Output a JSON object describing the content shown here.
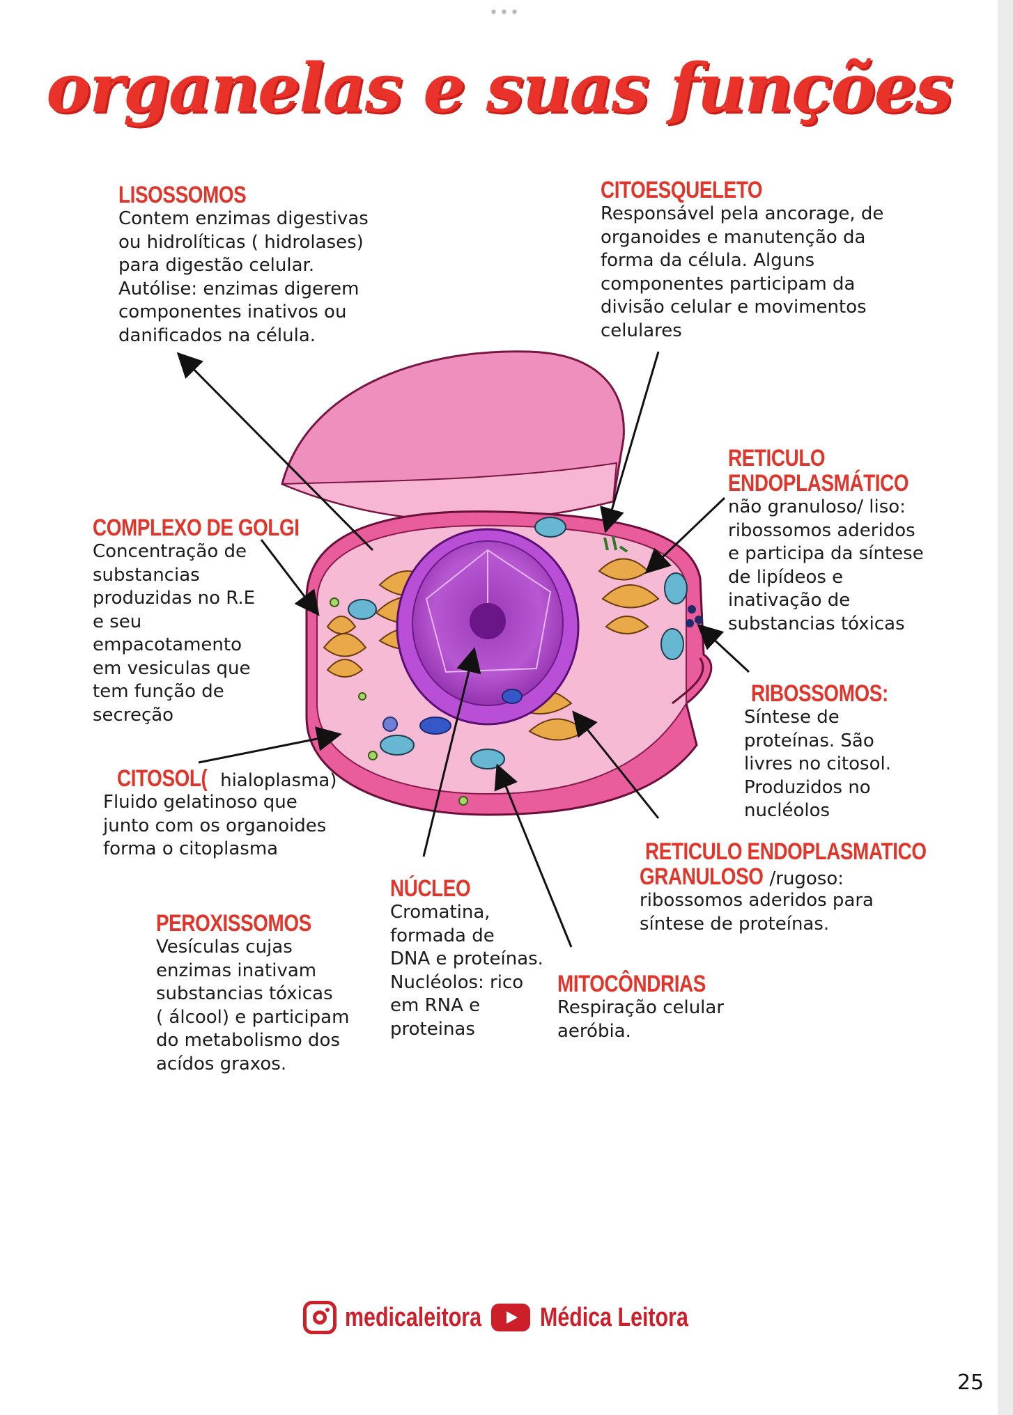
{
  "title": "organelas e suas funções",
  "labels": {
    "lisossomos": {
      "heading": "LISOSSOMOS",
      "body": "Contem enzimas digestivas\nou hidrolíticas ( hidrolases)\npara digestão celular.\nAutólise: enzimas digerem\ncomponentes inativos ou\ndanificados na célula."
    },
    "citoesqueleto": {
      "heading": "CITOESQUELETO",
      "body": "Responsável pela ancorage, de\norganoides e manutenção da\nforma da célula. Alguns\ncomponentes participam da\ndivisão celular e movimentos\ncelulares"
    },
    "reticulo_liso": {
      "heading": "RETICULO\nENDOPLASMÁTICO",
      "body": "não granuloso/ liso:\nribossomos aderidos\ne participa da síntese\nde lipídeos e\ninativação de\nsubstancias tóxicas"
    },
    "complexo_golgi": {
      "heading": "COMPLEXO DE GOLGI",
      "body": "Concentração de\nsubstancias\nproduzidas no R.E\ne seu\nempacotamento\nem vesiculas que\ntem função de\nsecreção"
    },
    "ribossomos": {
      "heading": "RIBOSSOMOS:",
      "body": "Síntese de\nproteínas. São\nlivres no citosol.\nProduzidos no\nnucléolos"
    },
    "citosol": {
      "heading": "CITOSOL(",
      "heading_suffix": " hialoplasma)",
      "body": "Fluido gelatinoso que\njunto com os organoides\nforma o citoplasma"
    },
    "reticulo_rugoso": {
      "heading_line1": "RETICULO ENDOPLASMATICO",
      "heading_line2": "GRANULOSO",
      "heading_suffix": "/rugoso:",
      "body": "ribossomos aderidos para\nsíntese de proteínas."
    },
    "nucleo": {
      "heading": "NÚCLEO",
      "body": "Cromatina,\nformada de\nDNA e proteínas.\nNucléolos: rico\nem RNA e\nproteinas"
    },
    "peroxissomos": {
      "heading": "PEROXISSOMOS",
      "body": "Vesículas cujas\nenzimas inativam\nsubstancias tóxicas\n( álcool) e participam\ndo metabolismo dos\nacídos graxos."
    },
    "mitocondrias": {
      "heading": "MITOCÔNDRIAS",
      "body": "Respiração celular\naeróbia."
    }
  },
  "footer": {
    "instagram_icon": "instagram-icon",
    "instagram_handle": "medicaleitora",
    "youtube_icon": "youtube-icon",
    "youtube_channel": "Médica Leitora"
  },
  "page_number": "25",
  "colors": {
    "heading": "#e0352b",
    "membrane": "#e85a9a",
    "cytoplasm": "#f5b5cf",
    "nucleus": "#b24bc7",
    "golgi": "#e8a948",
    "mitochondria": "#5aa6c4"
  }
}
